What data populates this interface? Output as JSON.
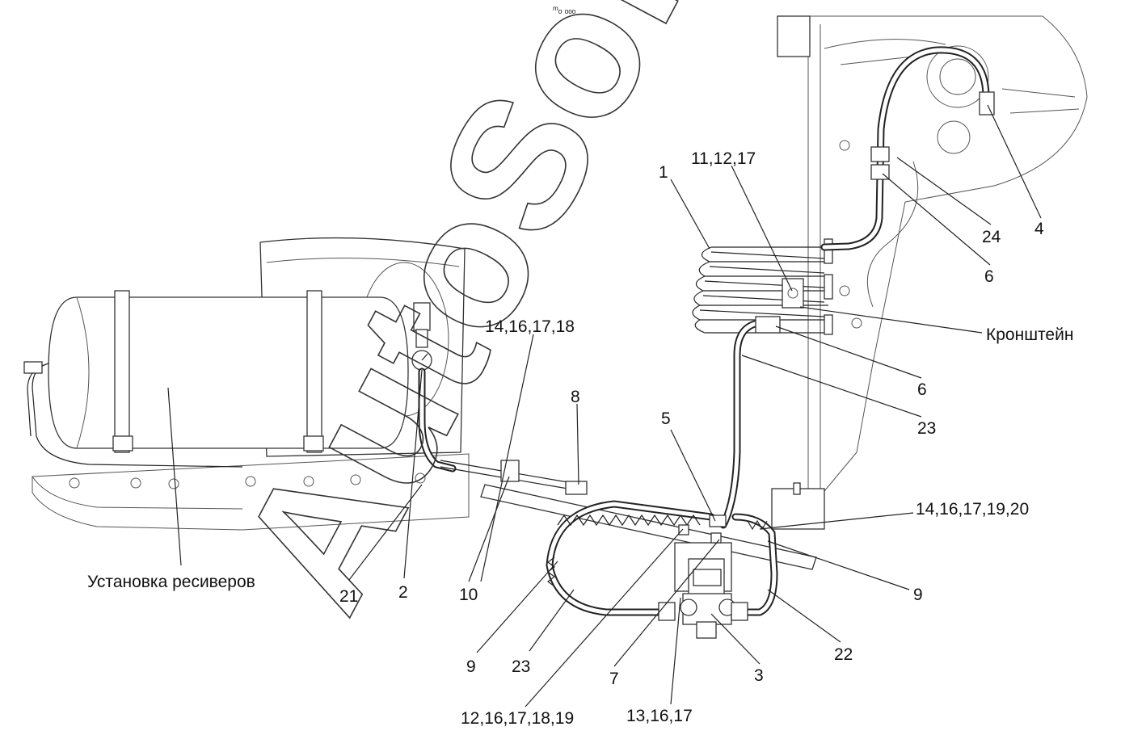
{
  "watermark": "AutoSoft",
  "header_mark": "ᵐₒ ₒₒₒ",
  "labels": {
    "l1": "1",
    "l11_12_17": "11,12,17",
    "l24": "24",
    "l4": "4",
    "l6_top": "6",
    "l_bracket": "Кронштейн",
    "l6_mid": "6",
    "l23_right": "23",
    "l5": "5",
    "l14_16_17_18": "14,16,17,18",
    "l8": "8",
    "l14_16_17_19_20": "14,16,17,19,20",
    "l9_right": "9",
    "l22": "22",
    "l3": "3",
    "l13_16_17": "13,16,17",
    "l7": "7",
    "l12_16_17_18_19": "12,16,17,18,19",
    "l23_bottom": "23",
    "l9_left": "9",
    "l10": "10",
    "l2": "2",
    "l21": "21",
    "l_receivers": "Установка ресиверов"
  },
  "icons": {
    "pressure_gauge": "gauge-icon",
    "pressure_regulator": "valve-icon"
  }
}
